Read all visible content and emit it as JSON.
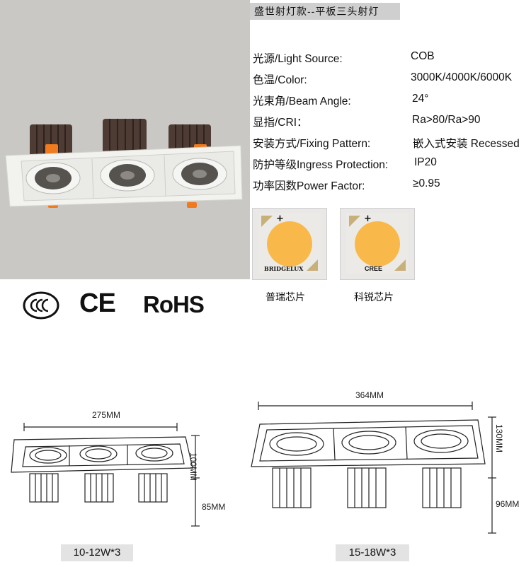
{
  "title": "盛世射灯款--平板三头射灯",
  "specs": [
    {
      "label": "光源/Light Source:",
      "value": "COB"
    },
    {
      "label": "色温/Color:",
      "value": "3000K/4000K/6000K"
    },
    {
      "label": "光束角/Beam Angle:",
      "value": "24°"
    },
    {
      "label": "显指/CRI：",
      "value": "Ra>80/Ra>90"
    },
    {
      "label": "安装方式/Fixing Pattern:",
      "value": "嵌入式安装 Recessed"
    },
    {
      "label": "防护等级Ingress Protection:",
      "value": "IP20"
    },
    {
      "label": "功率因数Power  Factor:",
      "value": "≥0.95"
    }
  ],
  "chips": [
    {
      "brand": "BRIDGELUX",
      "caption": "普瑞芯片"
    },
    {
      "brand": "CREE",
      "caption": "科锐芯片"
    }
  ],
  "certifications": {
    "ccc": "CCC",
    "ce": "CE",
    "rohs": "RoHS"
  },
  "drawings": [
    {
      "width": "275MM",
      "height": "100MM",
      "depth": "85MM",
      "caption": "10-12W*3"
    },
    {
      "width": "364MM",
      "height": "130MM",
      "depth": "96MM",
      "caption": "15-18W*3"
    }
  ],
  "colors": {
    "photo_bg": "#c9c8c5",
    "chip_yellow": "#f9b94a",
    "clip_orange": "#f07a1e",
    "heatsink": "#4a3a33"
  }
}
